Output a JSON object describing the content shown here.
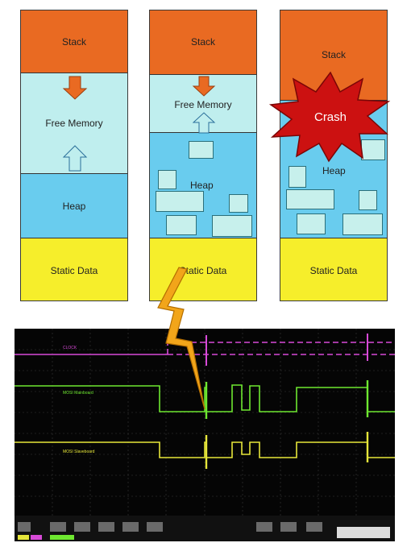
{
  "diagram": {
    "columns": [
      {
        "stack": "Stack",
        "free": "Free Memory",
        "heap": "Heap",
        "static": "Static Data"
      },
      {
        "stack": "Stack",
        "free": "Free Memory",
        "heap": "Heap",
        "static": "Static Data"
      },
      {
        "stack": "Stack",
        "heap": "Heap",
        "static": "Static Data",
        "crash": "Crash"
      }
    ]
  },
  "scope": {
    "ch1_label": "CLOCK",
    "ch2_label": "MOSI Mainboard",
    "ch3_label": "MOSI Slaveboard",
    "colors": {
      "clock": "#d84ad8",
      "mosi_main": "#6ee830",
      "mosi_slave": "#e6e63a",
      "grid": "#3a3a3a"
    }
  },
  "colors": {
    "stack": "#e96a22",
    "free": "#bfeeee",
    "heap": "#69ccee",
    "static": "#f6ee2b",
    "arrow_down": "#e96a22",
    "arrow_up": "#bfeeee",
    "crash": "#cc1111",
    "bolt": "#f2a51a"
  }
}
